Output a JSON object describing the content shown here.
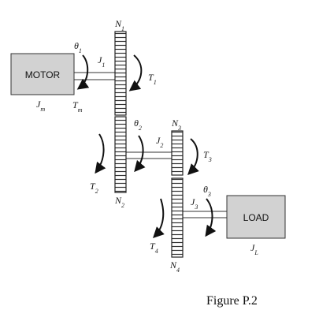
{
  "motor": {
    "box_label": "MOTOR",
    "inertia": "J_m",
    "torque": "T_m"
  },
  "load": {
    "box_label": "LOAD",
    "inertia": "J_L"
  },
  "gear1": {
    "teeth": "N_1",
    "torque": "T_1"
  },
  "gear2": {
    "teeth": "N_2",
    "torque": "T_2"
  },
  "gear3": {
    "teeth": "N_3",
    "torque": "T_3"
  },
  "gear4": {
    "teeth": "N_4",
    "torque": "T_4"
  },
  "shaft1": {
    "angle": "θ_1",
    "inertia": "J_1"
  },
  "shaft2": {
    "angle": "θ_2",
    "inertia": "J_2"
  },
  "shaft3": {
    "angle": "θ_3",
    "inertia": "J_3"
  },
  "caption": "Figure P.2"
}
